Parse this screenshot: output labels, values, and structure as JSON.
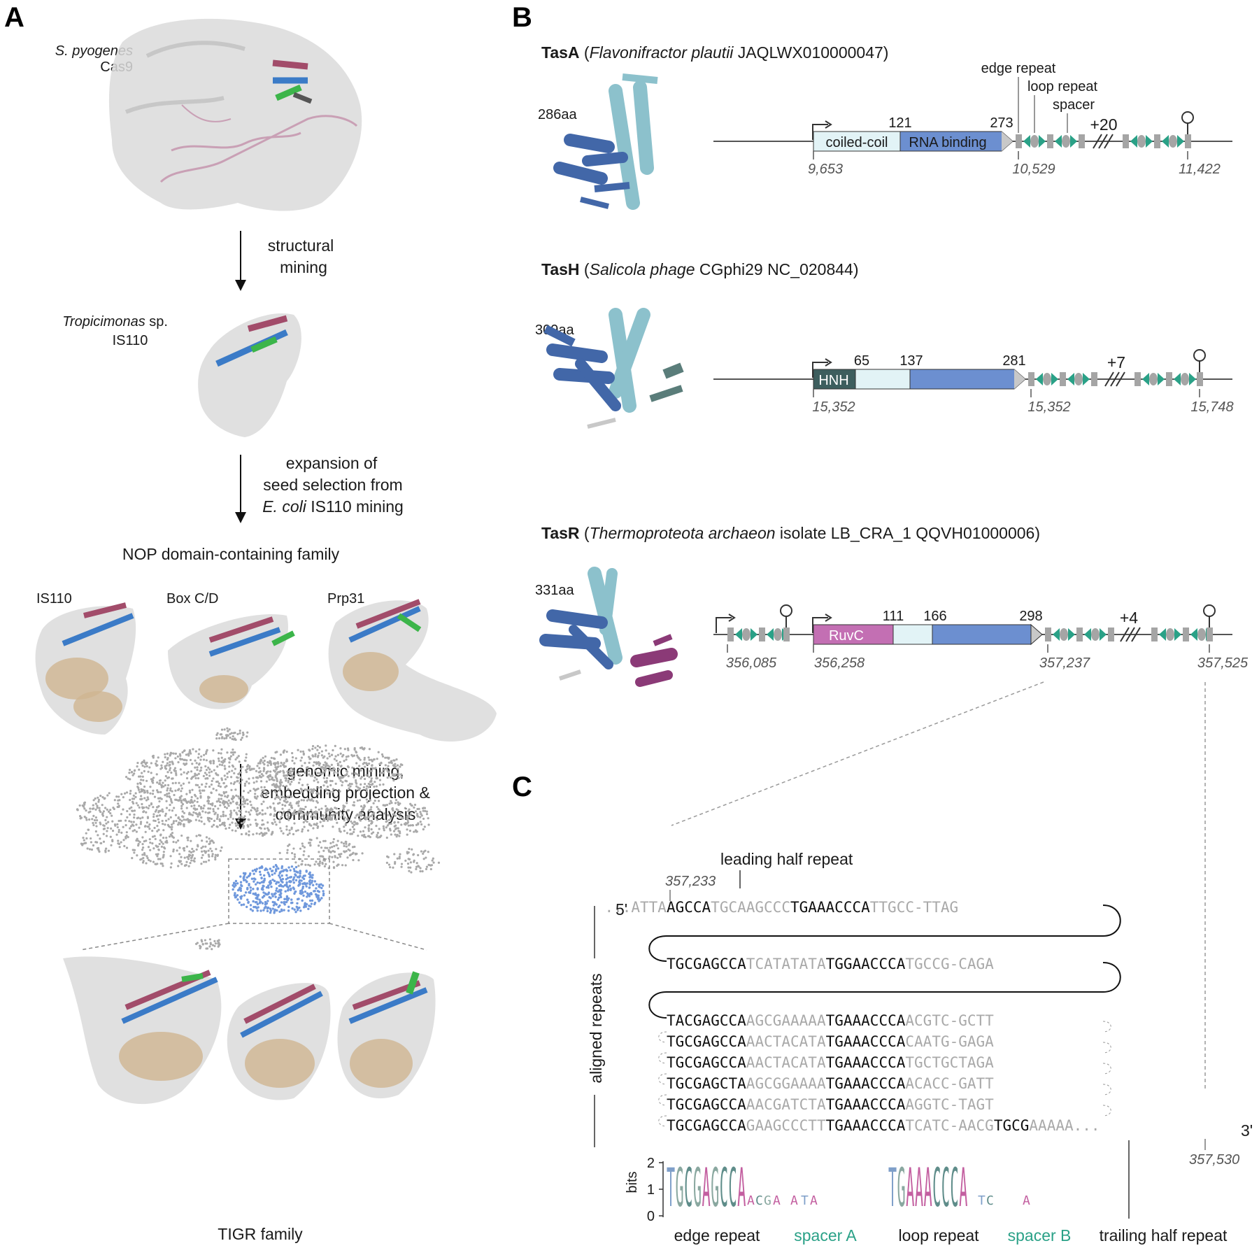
{
  "panelA": {
    "letter": "A",
    "cas9_line1": "S. pyogenes",
    "cas9_line2": "Cas9",
    "step1_line1": "structural",
    "step1_line2": "mining",
    "tropici_line1_i": "Tropicimonas",
    "tropici_line1_r": " sp.",
    "tropici_line2": "IS110",
    "step2_line1": "expansion of",
    "step2_line2": "seed selection from",
    "step2_line3_i": "E. coli",
    "step2_line3_r": " IS110 mining",
    "nop_family": "NOP domain-containing family",
    "struct_labels": [
      "IS110",
      "Box C/D",
      "Prp31"
    ],
    "step3_line1": "genomic mining,",
    "step3_line2": "embedding projection &",
    "step3_line3": "community analysis",
    "tigr_family": "TIGR family"
  },
  "panelB": {
    "letter": "B",
    "tasA": {
      "name": "TasA",
      "open": " (",
      "species": "Flavonifractor plautii",
      "acc": " JAQLWX010000047)",
      "length": "286aa",
      "domain1": "coiled-coil",
      "domain2": "RNA binding",
      "pos1": "121",
      "pos2": "273",
      "coord_start": "9,653",
      "coord_mid": "10,529",
      "coord_end": "11,422",
      "plus": "+20",
      "edge_repeat": "edge repeat",
      "loop_repeat": "loop repeat",
      "spacer": "spacer"
    },
    "tasH": {
      "name": "TasH",
      "open": " (",
      "species": "Salicola phage",
      "acc": " CGphi29 NC_020844)",
      "length": "309aa",
      "domain1": "HNH",
      "pos1": "65",
      "pos2": "137",
      "pos3": "281",
      "coord_start": "15,352",
      "coord_mid": "15,352",
      "coord_end": "15,748",
      "plus": "+7"
    },
    "tasR": {
      "name": "TasR",
      "open": " (",
      "species": "Thermoproteota archaeon",
      "acc": " isolate LB_CRA_1 QQVH01000006)",
      "length": "331aa",
      "domain1": "RuvC",
      "pos1": "111",
      "pos2": "166",
      "pos3": "298",
      "coord_a": "356,085",
      "coord_start": "356,258",
      "coord_mid": "357,237",
      "coord_end": "357,525",
      "plus": "+4"
    }
  },
  "panelC": {
    "letter": "C",
    "leading_half": "leading half repeat",
    "coord_top": "357,233",
    "five_prime": "5'",
    "three_prime": "3'",
    "coord_bottom": "357,530",
    "aligned_repeats": "aligned repeats",
    "rows": [
      {
        "lead": "...ATTA",
        "a": "AGCCA",
        "b": "TGCAAGCCC",
        "c": "TGAAACCCA",
        "d": "TTGCC-TTAG",
        "e": ""
      },
      {
        "lead": "",
        "a": "TGCGAGCCA",
        "b": "TCATATATA",
        "c": "TGGAACCCA",
        "d": "TGCCG-CAGA",
        "e": ""
      },
      {
        "lead": "",
        "a": "TACGAGCCA",
        "b": "AGCGAAAAA",
        "c": "TGAAACCCA",
        "d": "ACGTC-GCTT",
        "e": ""
      },
      {
        "lead": "",
        "a": "TGCGAGCCA",
        "b": "AACTACATA",
        "c": "TGAAACCCA",
        "d": "CAATG-GAGA",
        "e": ""
      },
      {
        "lead": "",
        "a": "TGCGAGCCA",
        "b": "AACTACATA",
        "c": "TGAAACCCA",
        "d": "TGCTGCTAGA",
        "e": ""
      },
      {
        "lead": "",
        "a": "TGCGAGCTA",
        "b": "AGCGGAAAA",
        "c": "TGAAACCCA",
        "d": "ACACC-GATT",
        "e": ""
      },
      {
        "lead": "",
        "a": "TGCGAGCCA",
        "b": "AACGATCTA",
        "c": "TGAAACCCA",
        "d": "AGGTC-TAGT",
        "e": ""
      },
      {
        "lead": "",
        "a": "TGCGAGCCA",
        "b": "GAAGCCCTT",
        "c": "TGAAACCCA",
        "d": "TCATC-AACG",
        "e": "TGCG",
        "f": "AAAAA..."
      }
    ],
    "logo_ylabel": "bits",
    "logo_ticks": [
      "2",
      "1",
      "0"
    ],
    "logo_a": "TGCGAGCCA",
    "logo_c": "TGAAACCCA",
    "bottom_labels": {
      "edge": "edge repeat",
      "spacerA": "spacer A",
      "loop": "loop repeat",
      "spacerB": "spacer B",
      "trailing": "trailing half repeat"
    }
  },
  "colors": {
    "coiled": "#e2f3f6",
    "rna": "#6c8fd0",
    "hnh": "#3d5e5e",
    "ruvc": "#c36fb3",
    "repeat": "#a5a5a5",
    "spacer": "#2aa187",
    "umap": "#a9a9a9",
    "umap_hl": "#6f98dc",
    "spacer_text": "#2aa187"
  }
}
